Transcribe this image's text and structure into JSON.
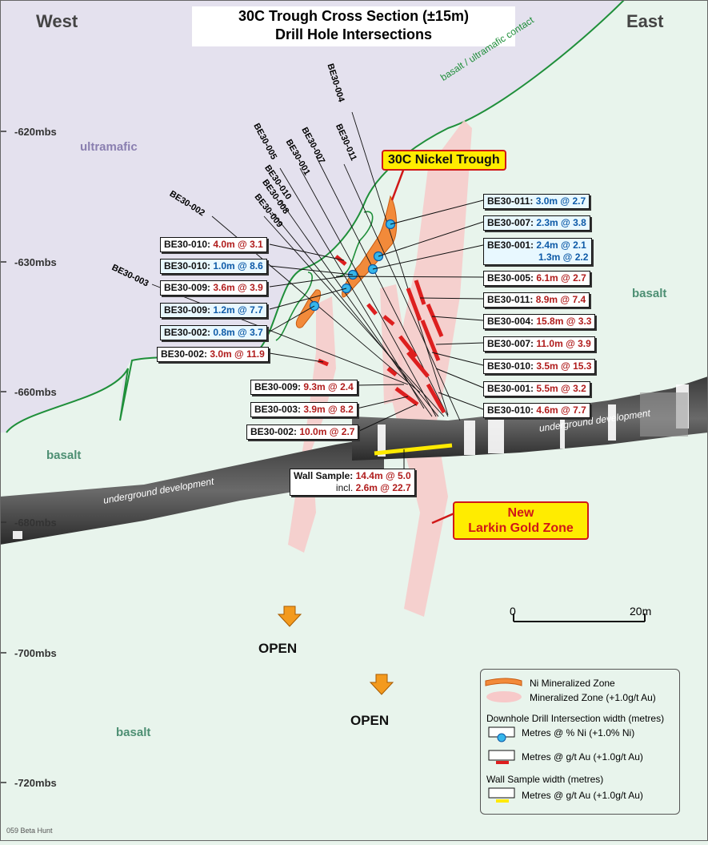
{
  "title": {
    "line1": "30C Trough Cross Section (±15m)",
    "line2": "Drill Hole Intersections"
  },
  "directions": {
    "west": "West",
    "east": "East"
  },
  "depth_labels": [
    "-620mbs",
    "-630mbs",
    "-660mbs",
    "-680mbs",
    "-700mbs",
    "-720mbs"
  ],
  "rock_labels": {
    "ultramafic": "ultramafic",
    "basalt_right": "basalt",
    "basalt_left": "basalt",
    "basalt_bottom": "basalt"
  },
  "contact_label": "basalt / ultramafic contact",
  "development_labels": {
    "left": "underground development",
    "right": "underground development"
  },
  "callouts": {
    "trough": "30C Nickel Trough",
    "larkin_line1": "New",
    "larkin_line2": "Larkin Gold Zone"
  },
  "hole_labels": [
    "BE30-004",
    "BE30-011",
    "BE30-007",
    "BE30-001",
    "BE30-005",
    "BE30-010",
    "BE30-008",
    "BE30-009",
    "BE30-002",
    "BE30-003"
  ],
  "left_intersections": [
    {
      "id": "BE30-010:",
      "val": "4.0m @ 3.1",
      "type": "au"
    },
    {
      "id": "BE30-010:",
      "val": "1.0m @ 8.6",
      "type": "ni"
    },
    {
      "id": "BE30-009:",
      "val": "3.6m @ 3.9",
      "type": "au"
    },
    {
      "id": "BE30-009:",
      "val": "1.2m @ 7.7",
      "type": "ni"
    },
    {
      "id": "BE30-002:",
      "val": "0.8m @ 3.7",
      "type": "ni"
    },
    {
      "id": "BE30-002:",
      "val": "3.0m @ 11.9",
      "type": "au"
    }
  ],
  "right_intersections": [
    {
      "id": "BE30-011:",
      "val": "3.0m @ 2.7",
      "type": "ni"
    },
    {
      "id": "BE30-007:",
      "val": "2.3m @ 3.8",
      "type": "ni"
    },
    {
      "id": "BE30-001:",
      "val": "2.4m @ 2.1",
      "val2": "1.3m @ 2.2",
      "type": "ni"
    },
    {
      "id": "BE30-005:",
      "val": "6.1m @ 2.7",
      "type": "au"
    },
    {
      "id": "BE30-011:",
      "val": "8.9m @ 7.4",
      "type": "au"
    },
    {
      "id": "BE30-004:",
      "val": "15.8m @ 3.3",
      "type": "au"
    },
    {
      "id": "BE30-007:",
      "val": "11.0m @ 3.9",
      "type": "au"
    },
    {
      "id": "BE30-010:",
      "val": "3.5m @ 15.3",
      "type": "au"
    },
    {
      "id": "BE30-001:",
      "val": "5.5m @ 3.2",
      "type": "au"
    },
    {
      "id": "BE30-010:",
      "val": "4.6m @ 7.7",
      "type": "au"
    }
  ],
  "lower_intersections": [
    {
      "id": "BE30-009:",
      "val": "9.3m @ 2.4",
      "type": "au"
    },
    {
      "id": "BE30-003:",
      "val": "3.9m @ 8.2",
      "type": "au"
    },
    {
      "id": "BE30-002:",
      "val": "10.0m @ 2.7",
      "type": "au"
    }
  ],
  "wall_sample": {
    "label": "Wall Sample:",
    "val": "14.4m @  5.0",
    "incl": "incl.",
    "val2": "2.6m @ 22.7"
  },
  "open_labels": [
    "OPEN",
    "OPEN"
  ],
  "scale": {
    "zero": "0",
    "end": "20m"
  },
  "legend": {
    "ni_zone": "Ni Mineralized Zone",
    "min_zone": "Mineralized Zone (+1.0g/t Au)",
    "dh_title": "Downhole Drill Intersection width (metres)",
    "ni_item": "Metres @ % Ni (+1.0% Ni)",
    "au_item": "Metres @ g/t Au (+1.0g/t Au)",
    "wall_title": "Wall Sample width (metres)",
    "wall_item": "Metres @ g/t Au (+1.0g/t Au)"
  },
  "footer": "059 Beta Hunt",
  "colors": {
    "ultramafic": "#e4e1ee",
    "basalt": "#e8f4ec",
    "contact": "#1f8f3a",
    "ni_zone": "#f28a3a",
    "au_zone": "#f7c9c9",
    "au_hit": "#dd1f1f",
    "ni_marker": "#36b6ea",
    "callout": "#ffec00",
    "callout_border": "#d01818",
    "arrow": "#f39a1e"
  }
}
